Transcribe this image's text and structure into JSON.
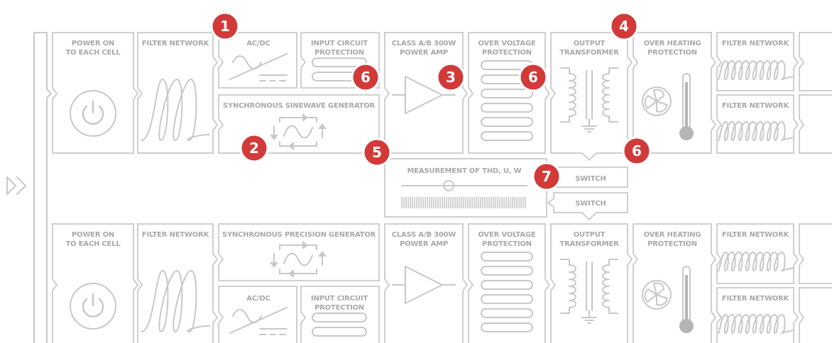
{
  "colors": {
    "frame": "#cfcfcf",
    "text": "#a9a9a9",
    "badge": "#d23a3a"
  },
  "labels": {
    "power_on_1": "POWER ON",
    "power_on_2": "TO EACH CELL",
    "filter_network": "FILTER NETWORK",
    "ac_dc": "AC/DC",
    "input_circuit_1": "INPUT CIRCUIT",
    "input_circuit_2": "PROTECTION",
    "class_ab_1": "CLASS A/B 300W",
    "class_ab_2": "POWER AMP",
    "over_voltage_1": "OVER VOLTAGE",
    "over_voltage_2": "PROTECTION",
    "output_1": "OUTPUT",
    "output_2": "TRANSFORMER",
    "over_heating_1": "OVER HEATING",
    "over_heating_2": "PROTECTION",
    "sine_gen": "SYNCHRONOUS SINEWAVE GENERATOR",
    "precision_gen": "SYNCHRONOUS PRECISION GENERATOR",
    "measurement": "MEASUREMENT OF THD, U, W",
    "switch": "SWITCH"
  },
  "badges": [
    {
      "number": "1"
    },
    {
      "number": "2"
    },
    {
      "number": "3"
    },
    {
      "number": "4"
    },
    {
      "number": "5"
    },
    {
      "number": "6"
    },
    {
      "number": "6"
    },
    {
      "number": "6"
    },
    {
      "number": "7"
    }
  ],
  "icons": [
    "power-icon",
    "coil-icon",
    "ac-dc-icon",
    "sine-generator-icon",
    "amplifier-icon",
    "capacitor-stack-icon",
    "transformer-icon",
    "fan-icon",
    "thermometer-icon",
    "slider-icon"
  ]
}
